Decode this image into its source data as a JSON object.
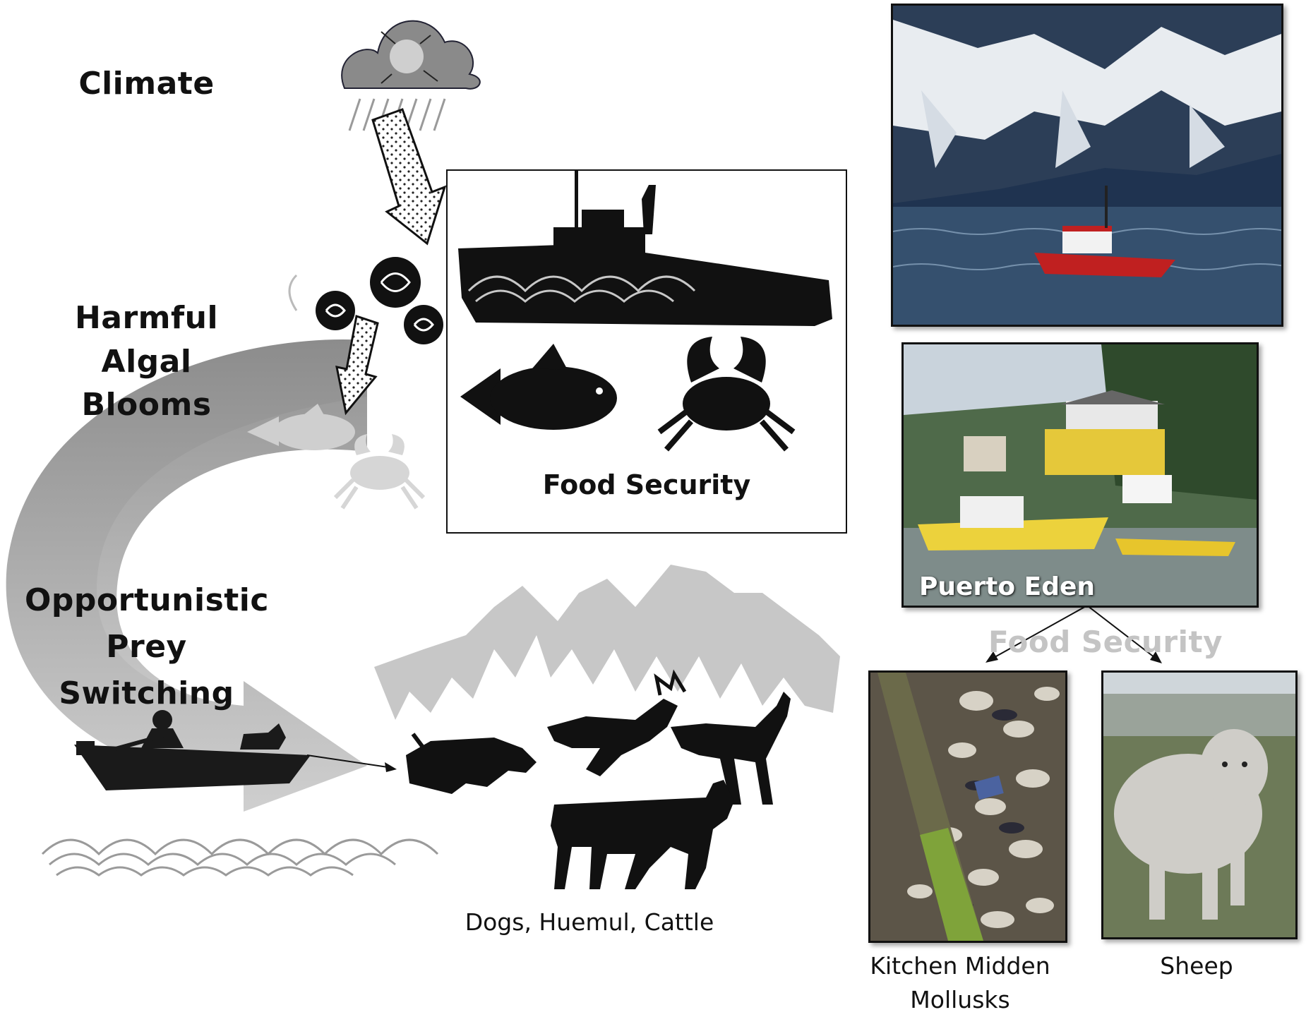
{
  "labels": {
    "climate": "Climate",
    "hab_line1": "Harmful Algal",
    "hab_line2": "Blooms",
    "ops_line1": "Opportunistic",
    "ops_line2": "Prey",
    "ops_line3": "Switching"
  },
  "food_security_box": "Food Security",
  "prey_caption": "Dogs, Huemul, Cattle",
  "photos": {
    "village_label": "Puerto Eden",
    "food_security_faded": "Food Security",
    "mollusks_line1": "Kitchen Midden",
    "mollusks_line2": "Mollusks",
    "sheep": "Sheep"
  }
}
